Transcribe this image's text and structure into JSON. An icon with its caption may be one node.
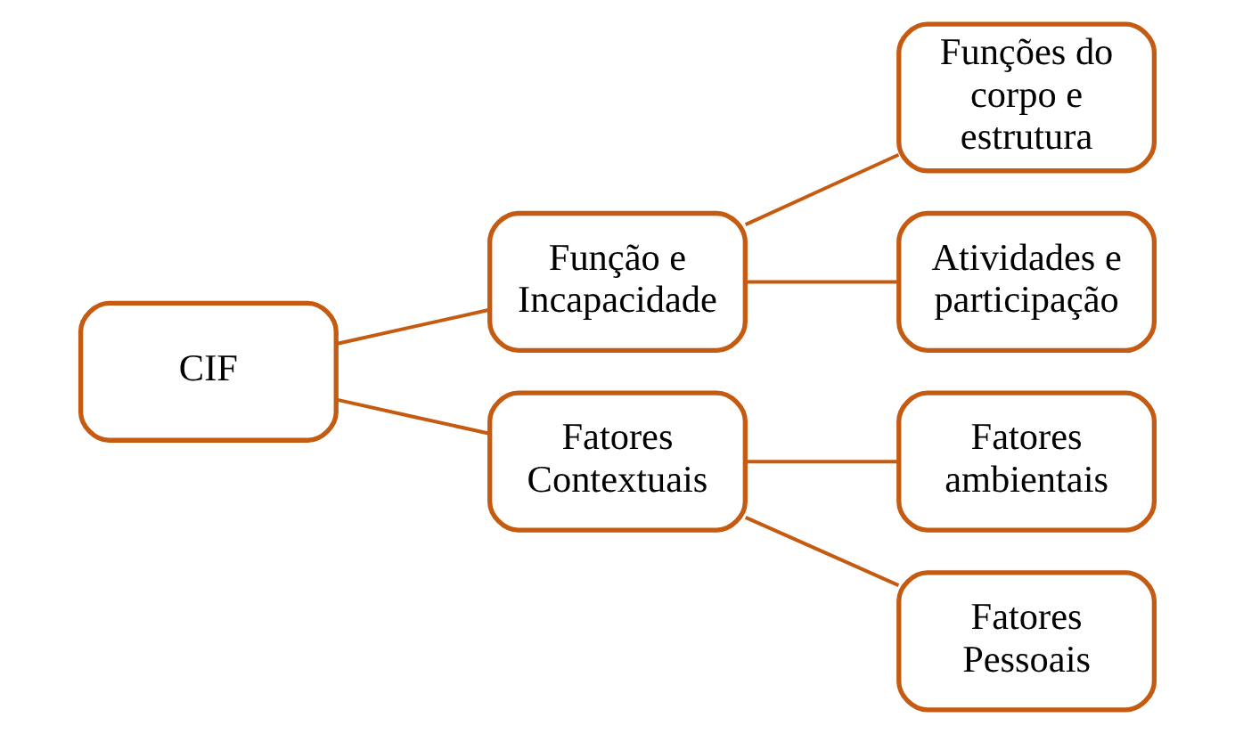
{
  "diagram": {
    "nodes": [
      {
        "text": [
          "CIF"
        ]
      },
      {
        "text": [
          "Função e Incapacidade"
        ]
      },
      {
        "text": [
          "Funções do corpo e estrutura"
        ]
      },
      {
        "text": [
          "Atividades e participação"
        ]
      },
      {
        "text": [
          "Fatores Contextuais"
        ]
      },
      {
        "text": [
          "Fatores ambientais"
        ]
      },
      {
        "text": [
          "Fatores Pessoais"
        ]
      }
    ],
    "edges": [
      {
        "from": 0,
        "to": 1,
        "arrow": "none"
      },
      {
        "from": 1,
        "to": 2,
        "arrow": "none"
      },
      {
        "from": 1,
        "to": 3,
        "arrow": "none"
      },
      {
        "from": 0,
        "to": 4,
        "arrow": "none"
      },
      {
        "from": 4,
        "to": 5,
        "arrow": "none"
      },
      {
        "from": 4,
        "to": 6,
        "arrow": "none"
      }
    ]
  }
}
